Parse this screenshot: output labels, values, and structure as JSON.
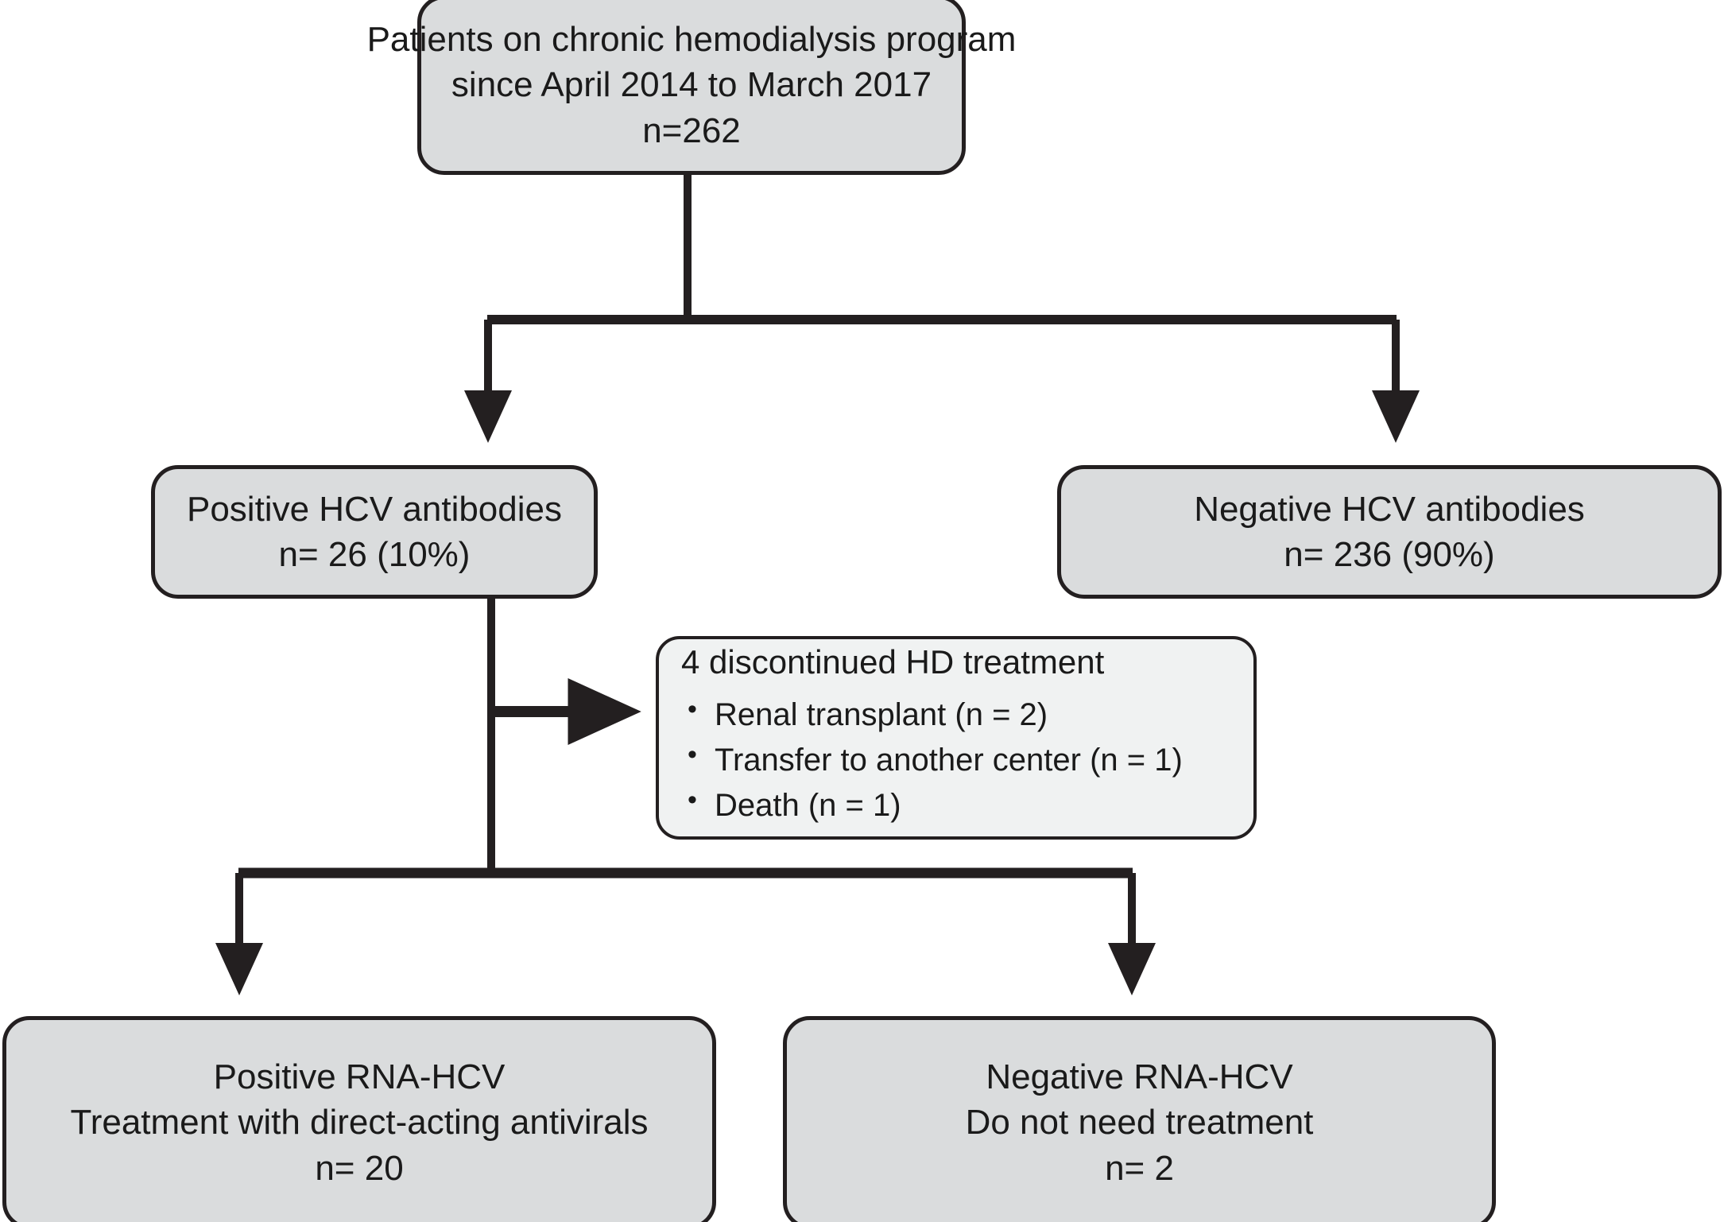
{
  "figure": {
    "type": "flowchart",
    "orientation": "top-down",
    "palette": {
      "node_fill": "#dadcdd",
      "note_fill": "#f0f2f2",
      "stroke": "#231f20",
      "text": "#1a1a1a",
      "background": "#ffffff"
    }
  },
  "nodes": {
    "root": {
      "id": "root",
      "lines": [
        "Patients on chronic hemodialysis program",
        "since April 2014 to March 2017",
        "n=262"
      ],
      "count": 262
    },
    "positive_antibodies": {
      "id": "positive-hcv-antibodies",
      "lines": [
        "Positive HCV antibodies",
        "n= 26 (10%)"
      ],
      "count": 26,
      "percent": "10%"
    },
    "negative_antibodies": {
      "id": "negative-hcv-antibodies",
      "lines": [
        "Negative HCV antibodies",
        "n= 236 (90%)"
      ],
      "count": 236,
      "percent": "90%"
    },
    "discontinued": {
      "id": "discontinued-hd-treatment",
      "title": "4 discontinued HD treatment",
      "count": 4,
      "items": [
        "Renal transplant (n = 2)",
        "Transfer to another center (n = 1)",
        "Death (n = 1)"
      ]
    },
    "positive_rna": {
      "id": "positive-rna-hcv",
      "lines": [
        "Positive RNA-HCV",
        "Treatment with direct-acting antivirals",
        "n= 20"
      ],
      "count": 20
    },
    "negative_rna": {
      "id": "negative-rna-hcv",
      "lines": [
        "Negative RNA-HCV",
        "Do not need treatment",
        "n= 2"
      ],
      "count": 2
    }
  },
  "edges": [
    {
      "from": "root",
      "to": "positive_antibodies",
      "style": "elbow-arrow"
    },
    {
      "from": "root",
      "to": "negative_antibodies",
      "style": "elbow-arrow"
    },
    {
      "from": "positive_antibodies",
      "to": "discontinued",
      "style": "side-arrow"
    },
    {
      "from": "positive_antibodies",
      "to": "positive_rna",
      "style": "elbow-arrow"
    },
    {
      "from": "positive_antibodies",
      "to": "negative_rna",
      "style": "elbow-arrow"
    }
  ]
}
